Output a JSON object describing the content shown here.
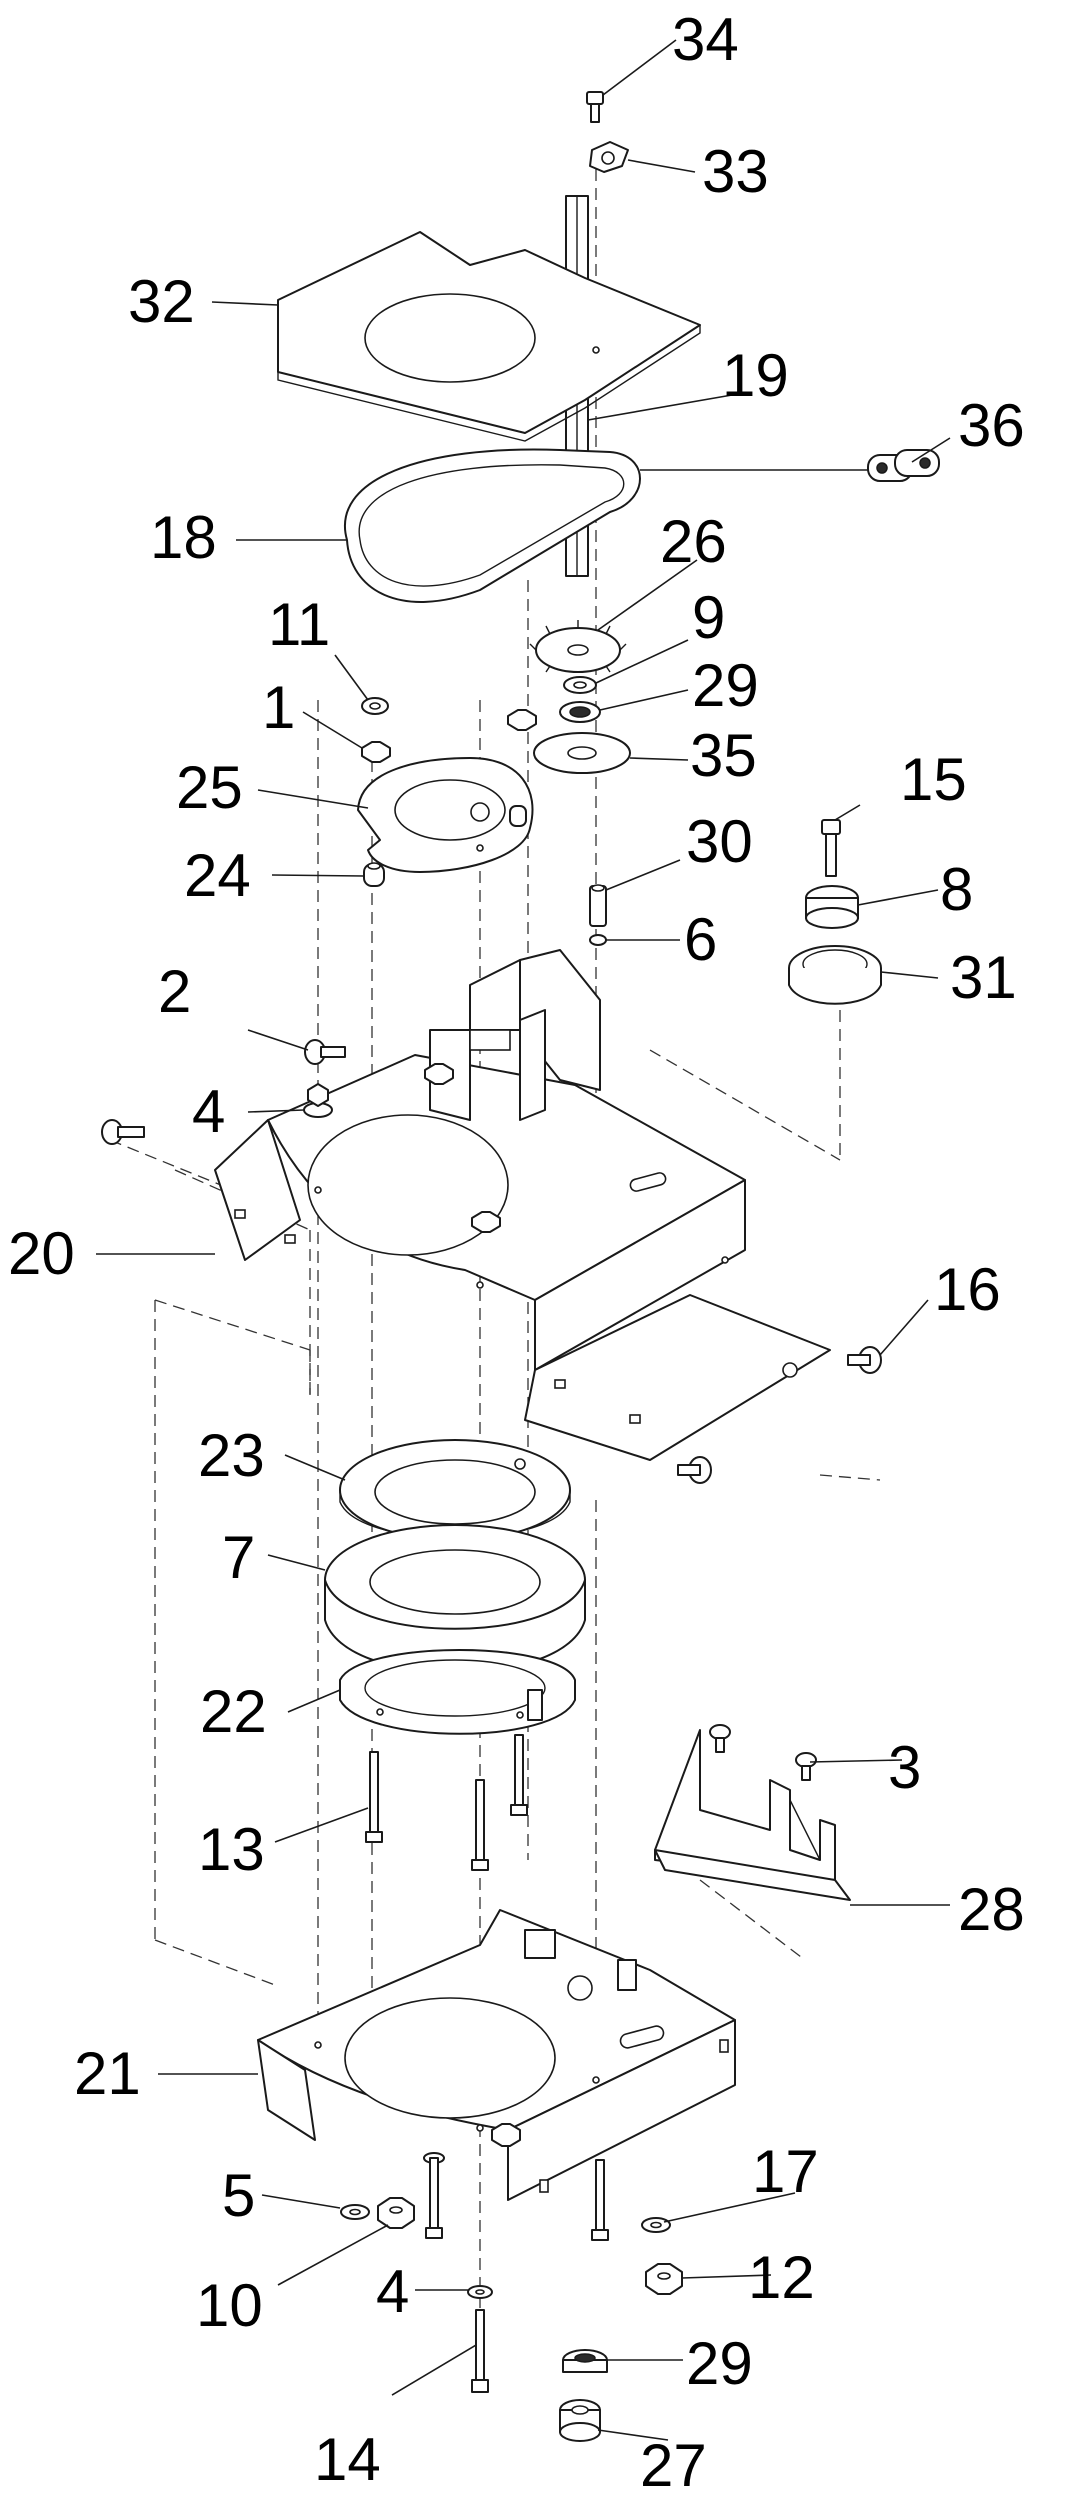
{
  "diagram": {
    "callouts": {
      "c34": "34",
      "c33": "33",
      "c32": "32",
      "c19": "19",
      "c36": "36",
      "c18": "18",
      "c26": "26",
      "c9": "9",
      "c11": "11",
      "c29a": "29",
      "c1": "1",
      "c35": "35",
      "c25": "25",
      "c15": "15",
      "c30": "30",
      "c24": "24",
      "c8": "8",
      "c6": "6",
      "c31": "31",
      "c2": "2",
      "c4a": "4",
      "c20": "20",
      "c16": "16",
      "c23": "23",
      "c7": "7",
      "c22": "22",
      "c3": "3",
      "c13": "13",
      "c28": "28",
      "c21": "21",
      "c17": "17",
      "c5": "5",
      "c12": "12",
      "c10": "10",
      "c4b": "4",
      "c29b": "29",
      "c14": "14",
      "c27": "27"
    }
  }
}
